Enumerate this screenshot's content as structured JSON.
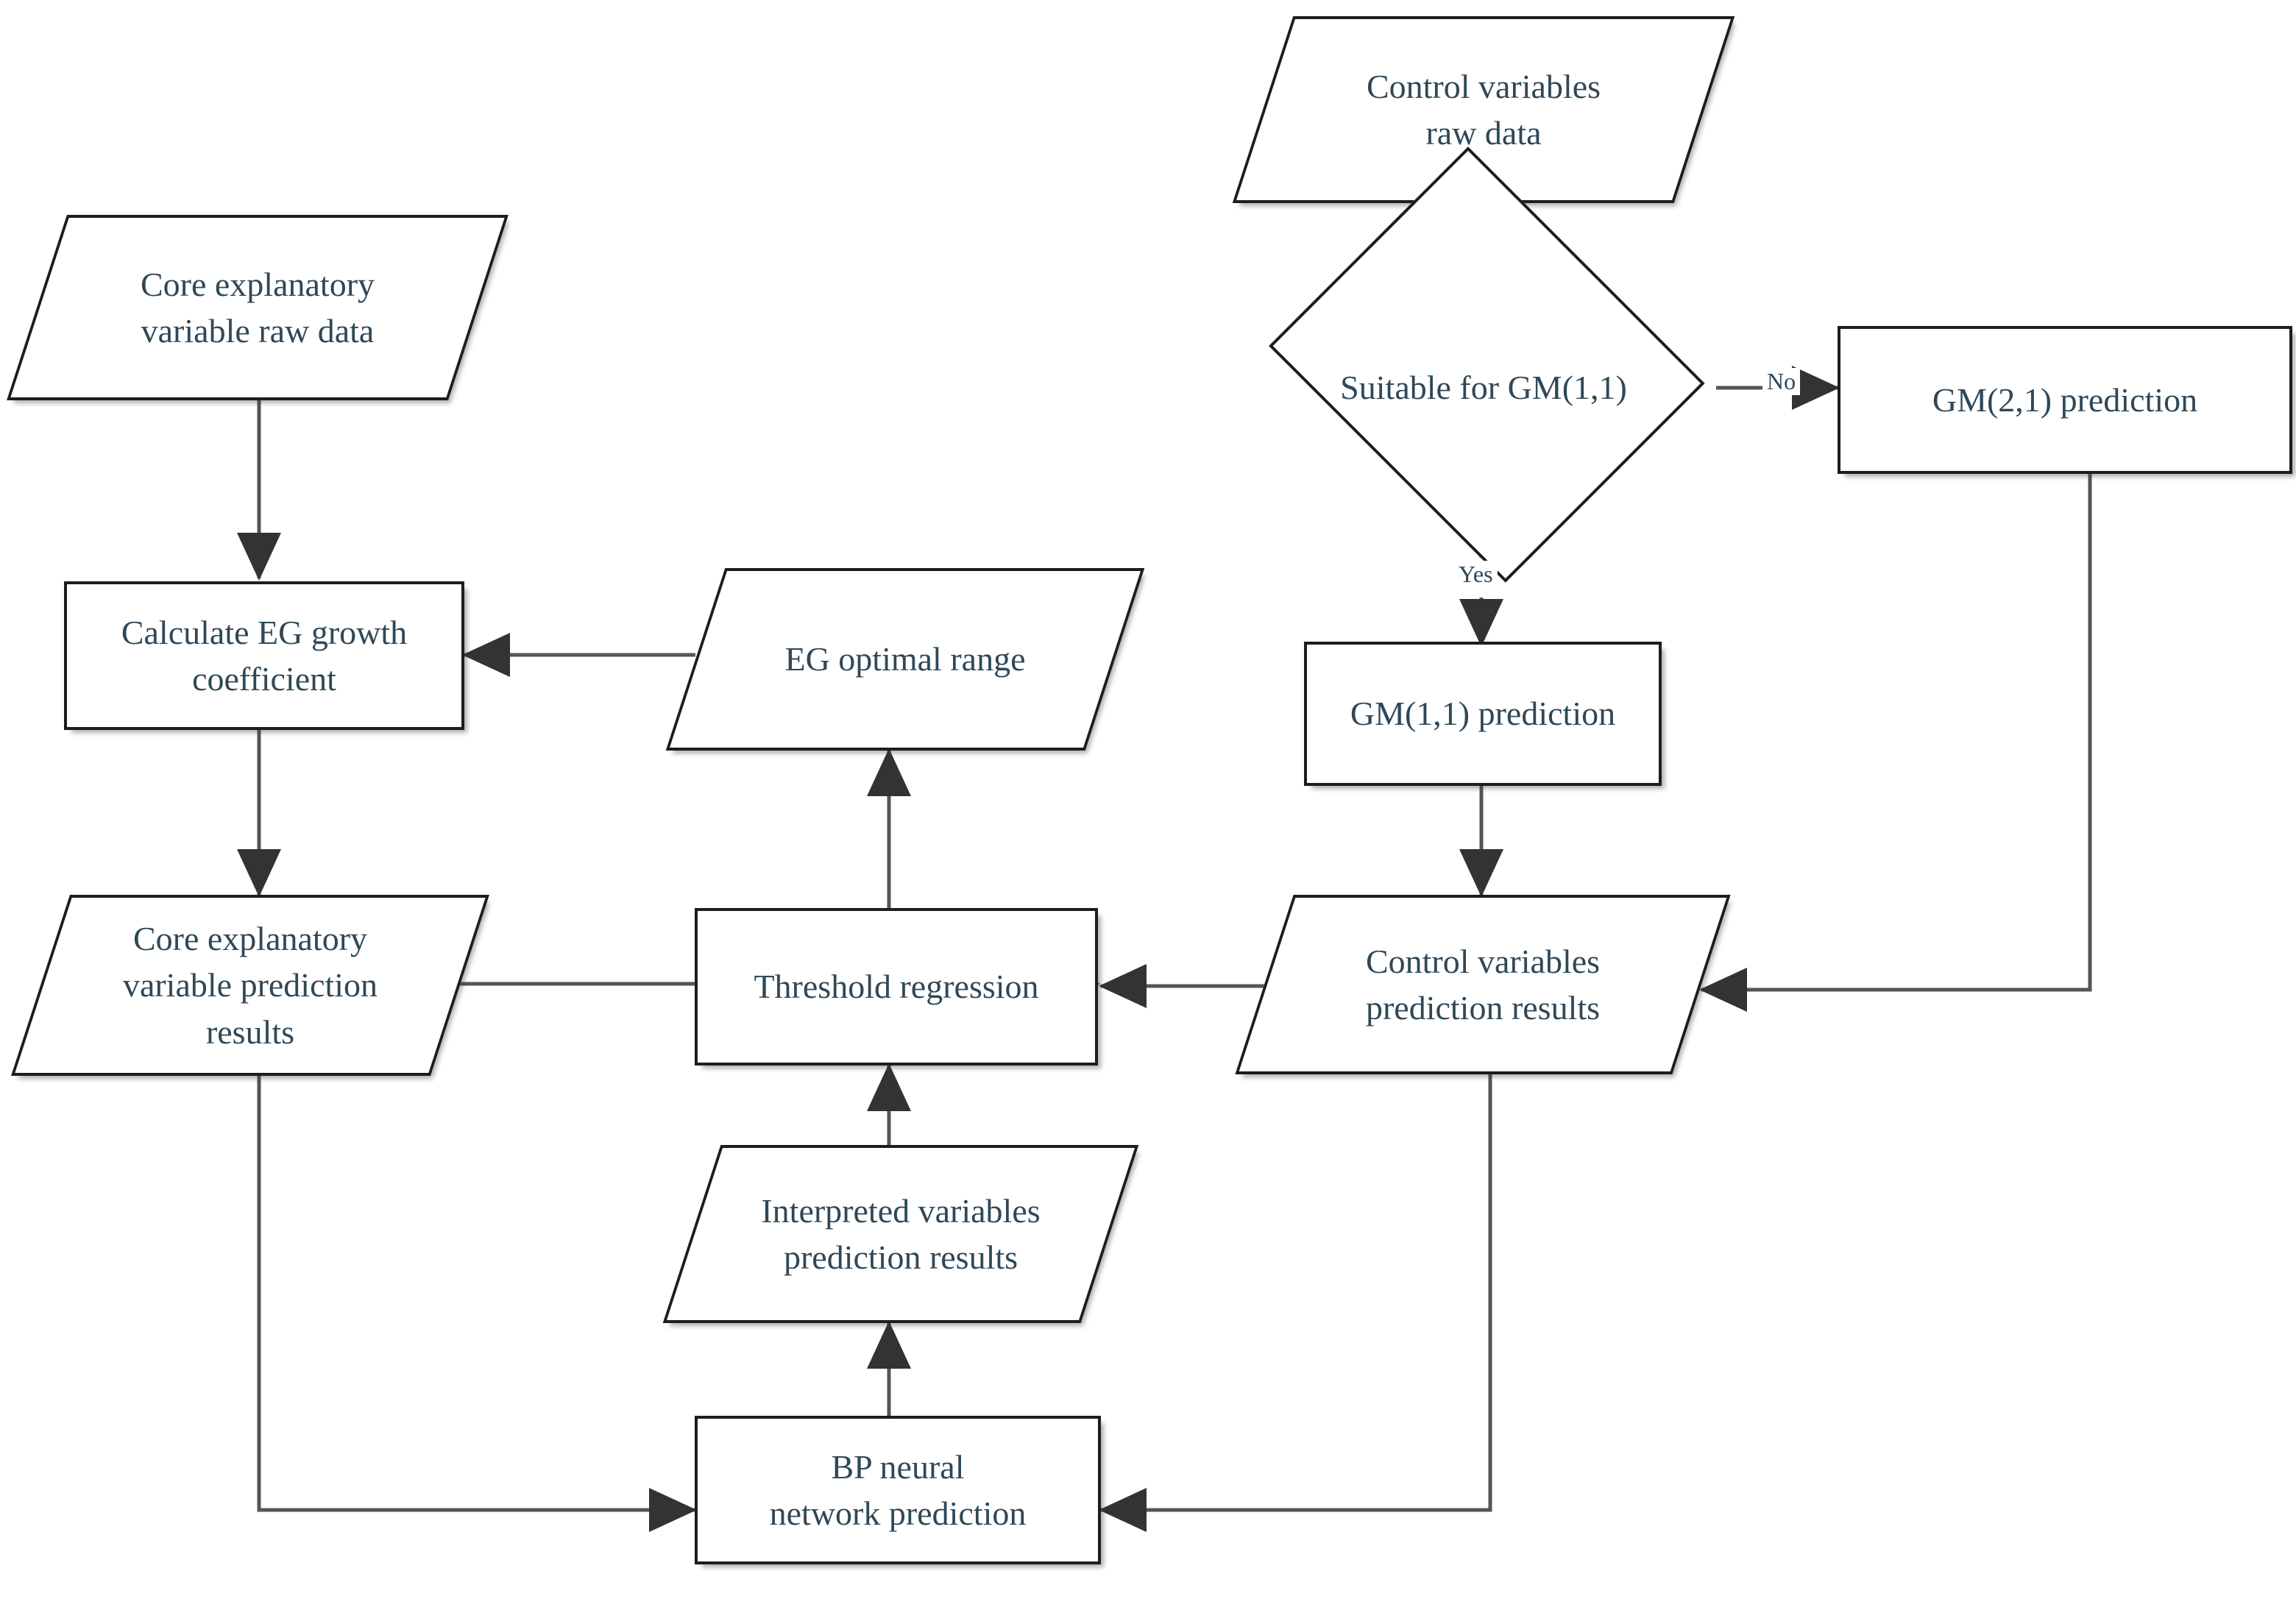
{
  "diagram": {
    "title": "Prediction model flowchart",
    "colors": {
      "text": "#2f4858",
      "stroke": "#1d1d1d",
      "fill": "#ffffff",
      "background": "#ffffff"
    },
    "nodes": [
      {
        "id": "core-raw",
        "shape": "parallelogram",
        "label": "Core explanatory\nvariable raw data"
      },
      {
        "id": "control-raw",
        "shape": "parallelogram",
        "label": "Control variables\nraw data"
      },
      {
        "id": "suitable-gm11",
        "shape": "diamond",
        "label": "Suitable for GM(1,1)"
      },
      {
        "id": "gm21",
        "shape": "rectangle",
        "label": "GM(2,1) prediction"
      },
      {
        "id": "gm11",
        "shape": "rectangle",
        "label": "GM(1,1) prediction"
      },
      {
        "id": "calc-eg",
        "shape": "rectangle",
        "label": "Calculate EG growth\ncoefficient"
      },
      {
        "id": "eg-optimal",
        "shape": "parallelogram",
        "label": "EG optimal range"
      },
      {
        "id": "core-pred",
        "shape": "parallelogram",
        "label": "Core explanatory\nvariable prediction\nresults"
      },
      {
        "id": "threshold-reg",
        "shape": "rectangle",
        "label": "Threshold regression"
      },
      {
        "id": "control-pred",
        "shape": "parallelogram",
        "label": "Control variables\nprediction results"
      },
      {
        "id": "interp-pred",
        "shape": "parallelogram",
        "label": "Interpreted variables\nprediction results"
      },
      {
        "id": "bp-net",
        "shape": "rectangle",
        "label": "BP neural\nnetwork prediction"
      }
    ],
    "edge_labels": [
      {
        "id": "no",
        "text": "No"
      },
      {
        "id": "yes",
        "text": "Yes"
      }
    ],
    "edges": [
      {
        "from": "core-raw",
        "to": "calc-eg",
        "label": ""
      },
      {
        "from": "calc-eg",
        "to": "core-pred",
        "label": ""
      },
      {
        "from": "eg-optimal",
        "to": "calc-eg",
        "label": ""
      },
      {
        "from": "core-pred",
        "to": "threshold-reg",
        "label": ""
      },
      {
        "from": "core-pred",
        "to": "bp-net",
        "label": ""
      },
      {
        "from": "control-raw",
        "to": "suitable-gm11",
        "label": ""
      },
      {
        "from": "suitable-gm11",
        "to": "gm21",
        "label": "No"
      },
      {
        "from": "suitable-gm11",
        "to": "gm11",
        "label": "Yes"
      },
      {
        "from": "gm11",
        "to": "control-pred",
        "label": ""
      },
      {
        "from": "gm21",
        "to": "control-pred",
        "label": ""
      },
      {
        "from": "control-pred",
        "to": "threshold-reg",
        "label": ""
      },
      {
        "from": "control-pred",
        "to": "bp-net",
        "label": ""
      },
      {
        "from": "bp-net",
        "to": "interp-pred",
        "label": ""
      },
      {
        "from": "interp-pred",
        "to": "threshold-reg",
        "label": ""
      },
      {
        "from": "threshold-reg",
        "to": "eg-optimal",
        "label": ""
      }
    ]
  }
}
